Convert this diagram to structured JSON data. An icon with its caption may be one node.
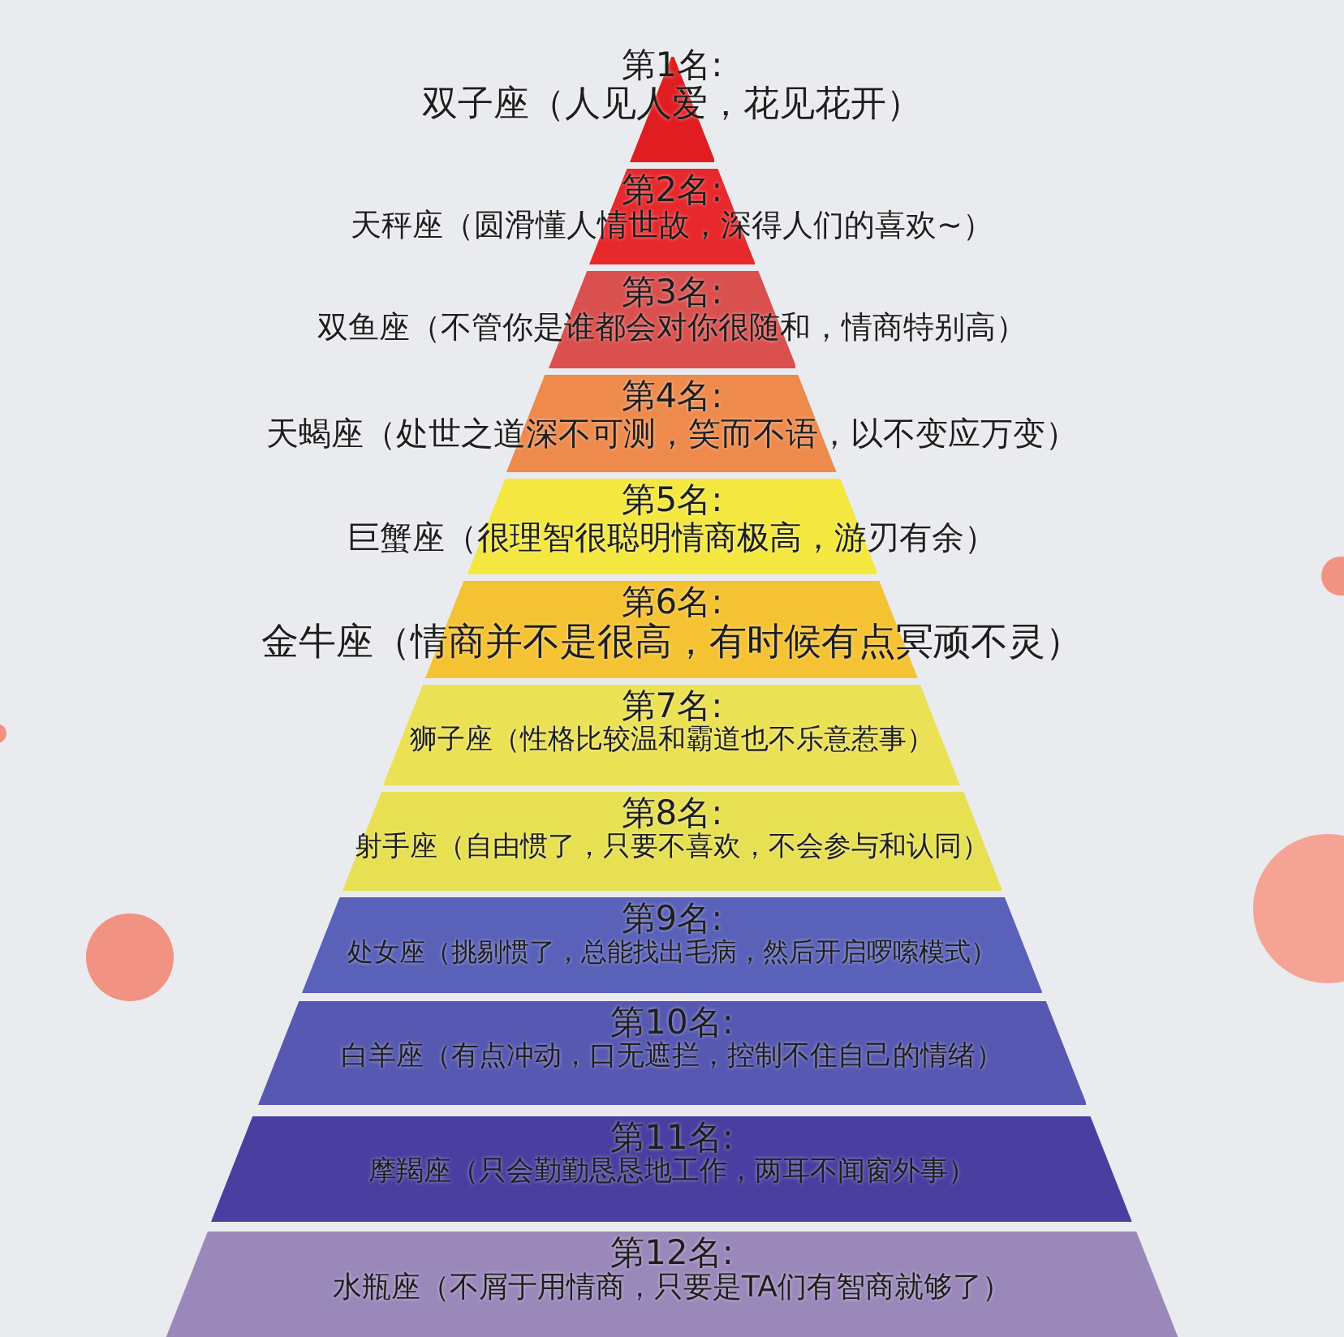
{
  "diagram": {
    "nodes": [
      {
        "text": [
          "第1名:",
          "双子座（人见人爱，花见花开）"
        ]
      },
      {
        "text": [
          "第2名:",
          "天秤座（圆滑懂人情世故，深得人们的喜欢~）"
        ]
      },
      {
        "text": [
          "第3名:",
          "双鱼座（不管你是谁都会对你很随和，情商特别高）"
        ]
      },
      {
        "text": [
          "第4名:",
          "天蝎座（处世之道深不可测，笑而不语，以不变应万变）"
        ]
      },
      {
        "text": [
          "第5名:",
          "巨蟹座（很理智很聪明情商极高，游刃有余）"
        ]
      },
      {
        "text": [
          "第6名:",
          "金牛座（情商并不是很高，有时候有点冥顽不灵）"
        ]
      },
      {
        "text": [
          "第7名:",
          "狮子座（性格比较温和霸道也不乐意惹事）"
        ]
      },
      {
        "text": [
          "第8名:",
          "射手座（自由惯了，只要不喜欢，不会参与和认同）"
        ]
      },
      {
        "text": [
          "第9名:",
          "处女座（挑剔惯了，总能找出毛病，然后开启啰嗦模式）"
        ]
      },
      {
        "text": [
          "第10名:",
          "白羊座（有点冲动，口无遮拦，控制不住自己的情绪）"
        ]
      },
      {
        "text": [
          "第11名:",
          "摩羯座（只会勤勤恳恳地工作，两耳不闻窗外事）"
        ]
      },
      {
        "text": [
          "第12名:",
          "水瓶座（不屑于用情商，只要是TA们有智商就够了）"
        ]
      }
    ]
  }
}
